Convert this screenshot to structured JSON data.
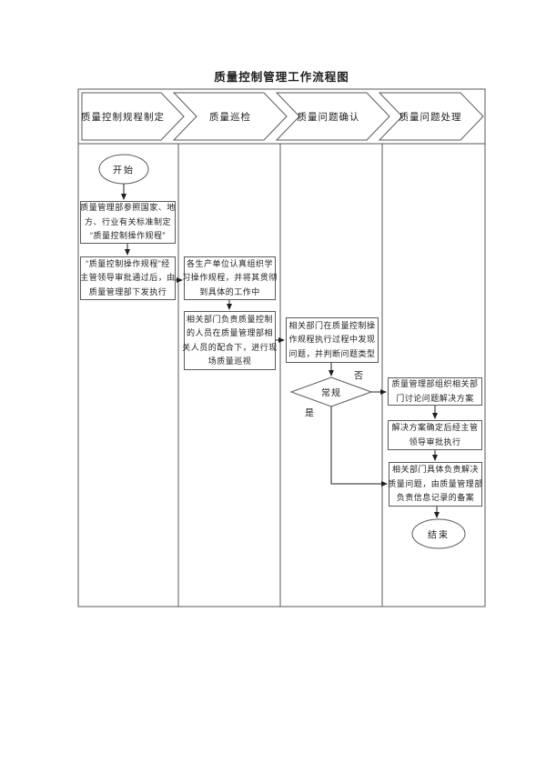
{
  "title": "质量控制管理工作流程图",
  "lanes": [
    {
      "header": "质量控制规程制定"
    },
    {
      "header": "质量巡检"
    },
    {
      "header": "质量问题确认"
    },
    {
      "header": "质量问题处理"
    }
  ],
  "nodes": {
    "start": {
      "label": "开始"
    },
    "draft_regulation": {
      "lines": [
        "质量管理部参照国家、地",
        "方、行业有关标准制定",
        "“质量控制操作规程”"
      ]
    },
    "approve_issue": {
      "lines": [
        "“质量控制操作规程”经",
        "主管领导审批通过后，由",
        "质量管理部下发执行"
      ]
    },
    "study_regulation": {
      "lines": [
        "各生产单位认真组织学",
        "习操作规程，并将其贯彻",
        "到具体的工作中"
      ]
    },
    "site_inspection": {
      "lines": [
        "相关部门负责质量控制",
        "的人员在质量管理部相",
        "关人员的配合下，进行现",
        "场质量巡视"
      ]
    },
    "find_problem": {
      "lines": [
        "相关部门在质量控制操",
        "作规程执行过程中发现",
        "问题，并判断问题类型"
      ]
    },
    "decision": {
      "label": "常规",
      "no_label": "否",
      "yes_label": "是"
    },
    "discuss_solution": {
      "lines": [
        "质量管理部组织相关部",
        "门讨论问题解决方案"
      ]
    },
    "approve_solution": {
      "lines": [
        "解决方案确定后经主管",
        "领导审批执行"
      ]
    },
    "solve_and_record": {
      "lines": [
        "相关部门具体负责解决",
        "质量问题，由质量管理部",
        "负责信息记录的备案"
      ]
    },
    "end": {
      "label": "结束"
    }
  },
  "colors": {
    "line": "#5a5a5a",
    "text": "#1f1f1f",
    "arrow": "#1f1f1f",
    "bg": "#ffffff"
  }
}
